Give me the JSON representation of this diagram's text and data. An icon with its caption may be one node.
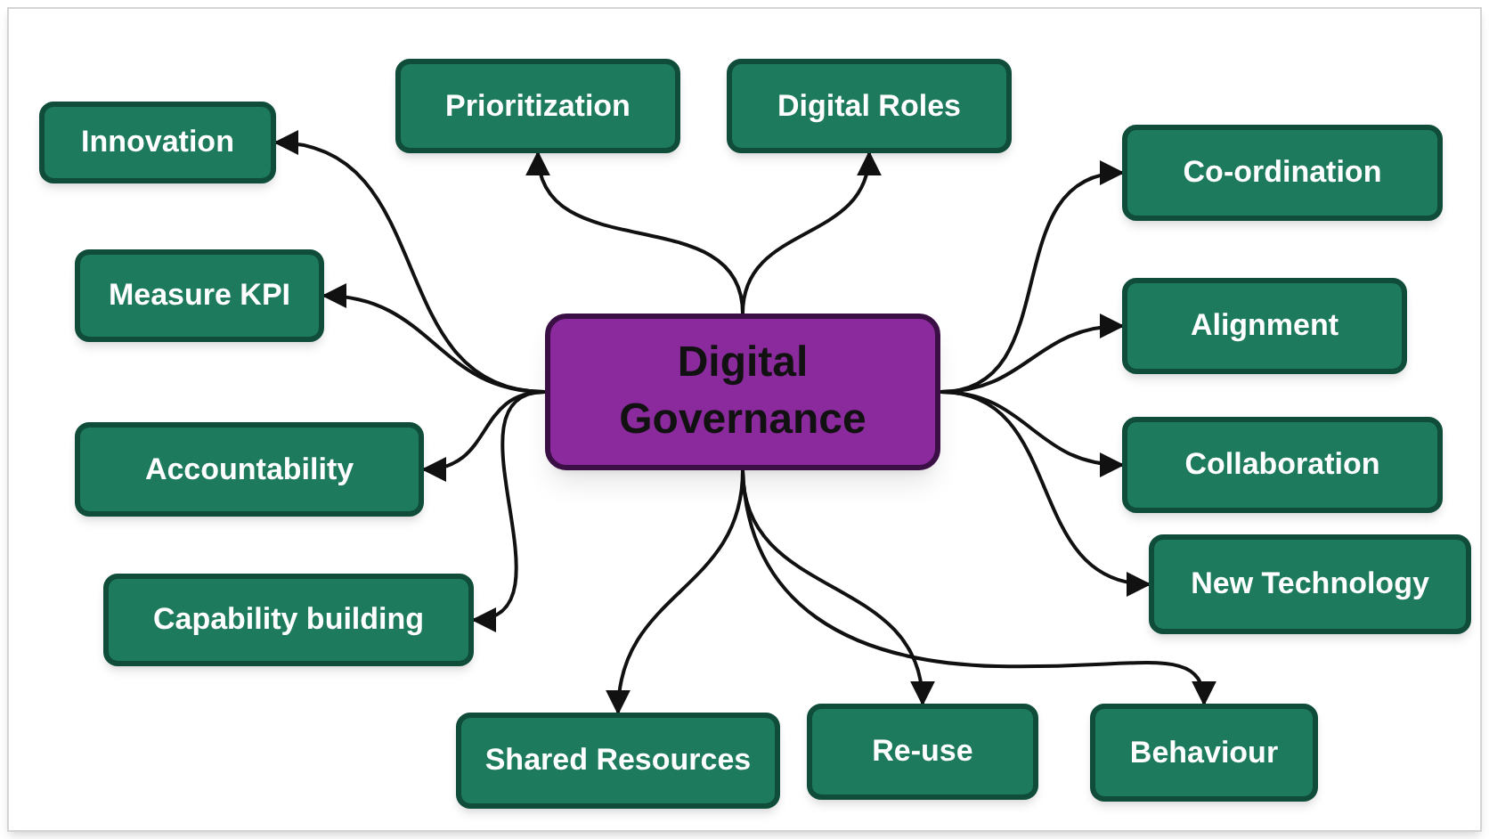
{
  "diagram": {
    "nodes": [
      {
        "text": [
          "Digital Governance"
        ]
      },
      {
        "text": [
          "Innovation"
        ]
      },
      {
        "text": [
          "Prioritization"
        ]
      },
      {
        "text": [
          "Digital Roles"
        ]
      },
      {
        "text": [
          "Co-ordination"
        ]
      },
      {
        "text": [
          "Measure KPI"
        ]
      },
      {
        "text": [
          "Alignment"
        ]
      },
      {
        "text": [
          "Accountability"
        ]
      },
      {
        "text": [
          "Collaboration"
        ]
      },
      {
        "text": [
          "New Technology"
        ]
      },
      {
        "text": [
          "Capability building"
        ]
      },
      {
        "text": [
          "Shared Resources"
        ]
      },
      {
        "text": [
          "Re-use"
        ]
      },
      {
        "text": [
          "Behaviour"
        ]
      }
    ],
    "edges": [
      {
        "from": 0,
        "to": 1,
        "arrow": "to"
      },
      {
        "from": 0,
        "to": 2,
        "arrow": "to"
      },
      {
        "from": 0,
        "to": 3,
        "arrow": "to"
      },
      {
        "from": 0,
        "to": 4,
        "arrow": "to"
      },
      {
        "from": 0,
        "to": 5,
        "arrow": "to"
      },
      {
        "from": 0,
        "to": 6,
        "arrow": "to"
      },
      {
        "from": 0,
        "to": 7,
        "arrow": "to"
      },
      {
        "from": 0,
        "to": 8,
        "arrow": "to"
      },
      {
        "from": 0,
        "to": 9,
        "arrow": "to"
      },
      {
        "from": 0,
        "to": 10,
        "arrow": "to"
      },
      {
        "from": 0,
        "to": 11,
        "arrow": "to"
      },
      {
        "from": 0,
        "to": 12,
        "arrow": "to"
      },
      {
        "from": 0,
        "to": 13,
        "arrow": "to"
      }
    ]
  }
}
